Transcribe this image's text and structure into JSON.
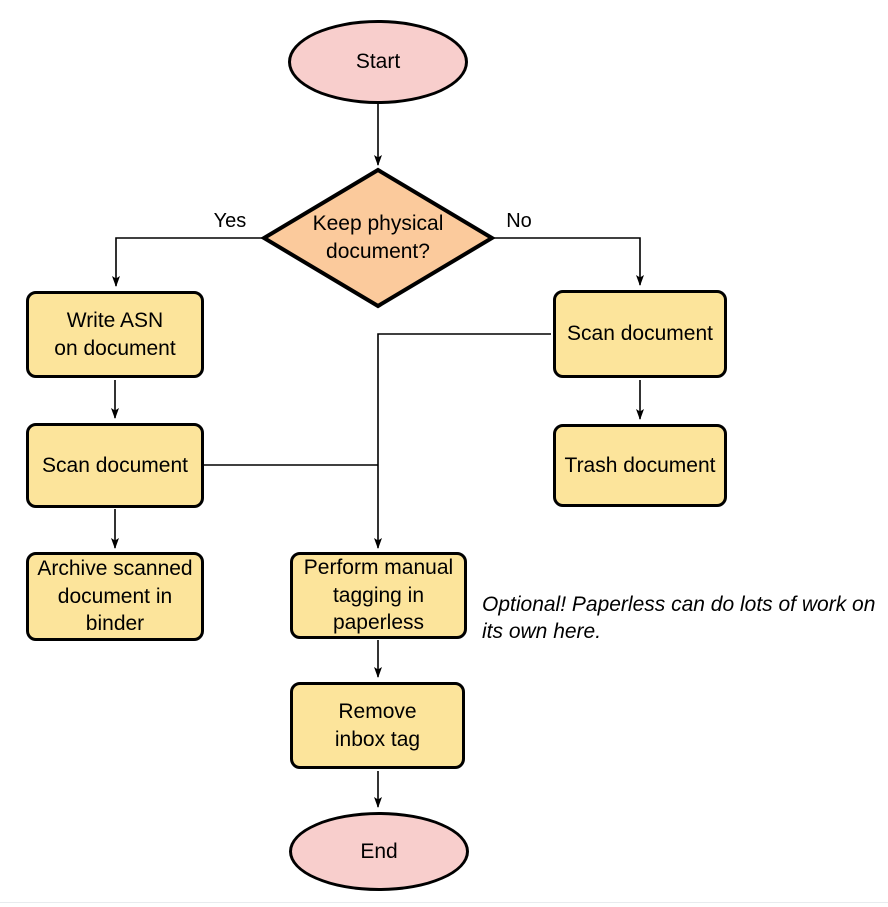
{
  "colors": {
    "terminal_fill": "#f8cecc",
    "decision_fill": "#fbca9c",
    "process_fill": "#fce49b",
    "stroke": "#000000",
    "text": "#000000",
    "edge": "#000000",
    "divider": "#e8ebee",
    "background": "#ffffff"
  },
  "nodes": {
    "start": {
      "label": "Start",
      "shape": "terminal"
    },
    "decision": {
      "label": "Keep physical\ndocument?",
      "shape": "decision"
    },
    "write_asn": {
      "label": "Write ASN\non document",
      "shape": "process"
    },
    "scan_left": {
      "label": "Scan document",
      "shape": "process"
    },
    "archive": {
      "label": "Archive scanned\ndocument in\nbinder",
      "shape": "process"
    },
    "scan_right": {
      "label": "Scan document",
      "shape": "process"
    },
    "trash": {
      "label": "Trash document",
      "shape": "process"
    },
    "perform": {
      "label": "Perform manual\ntagging in\npaperless",
      "shape": "process"
    },
    "remove": {
      "label": "Remove\ninbox tag",
      "shape": "process"
    },
    "end": {
      "label": "End",
      "shape": "terminal"
    }
  },
  "edge_labels": {
    "yes": "Yes",
    "no": "No"
  },
  "annotation": {
    "text": "Optional! Paperless can do lots of work on\nits own here."
  }
}
